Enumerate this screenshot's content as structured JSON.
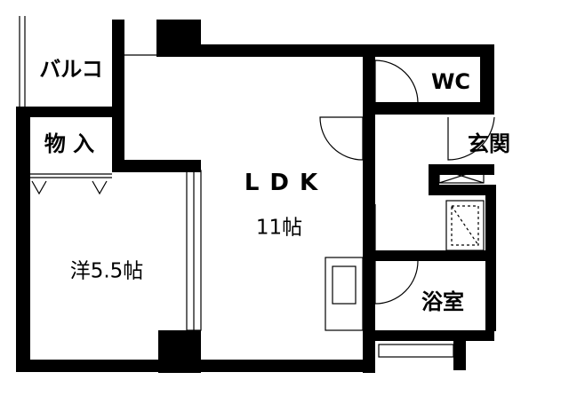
{
  "rooms": {
    "balcony": "バルコ",
    "storage": "物 入",
    "ldk_name": "LDK",
    "ldk_size": "11帖",
    "western_room": "洋5.5帖",
    "wc": "WC",
    "entrance": "玄関",
    "bathroom": "浴室"
  },
  "colors": {
    "wall": "#000000",
    "line": "#000000",
    "background": "#ffffff"
  }
}
